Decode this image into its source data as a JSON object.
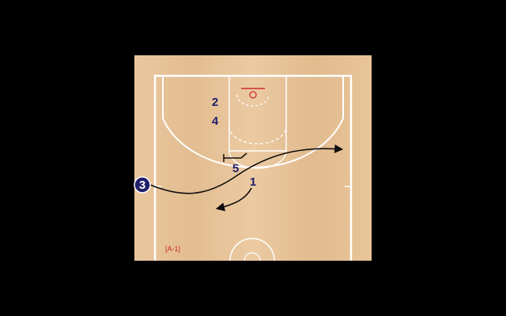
{
  "colors": {
    "background": "#000000",
    "floor": "#e8c49a",
    "floor_grain": "#d9ad7c",
    "court_lines": "#ffffff",
    "player": "#1f1f6b",
    "hoop": "#cc2a2a",
    "paths": "#0d0d0d",
    "caption": "#cc2a2a"
  },
  "players": [
    {
      "id": "p2",
      "label": "2"
    },
    {
      "id": "p4",
      "label": "4"
    },
    {
      "id": "p5",
      "label": "5"
    },
    {
      "id": "p1",
      "label": "1"
    },
    {
      "id": "p3",
      "label": "3"
    }
  ],
  "caption": "[A-1]"
}
